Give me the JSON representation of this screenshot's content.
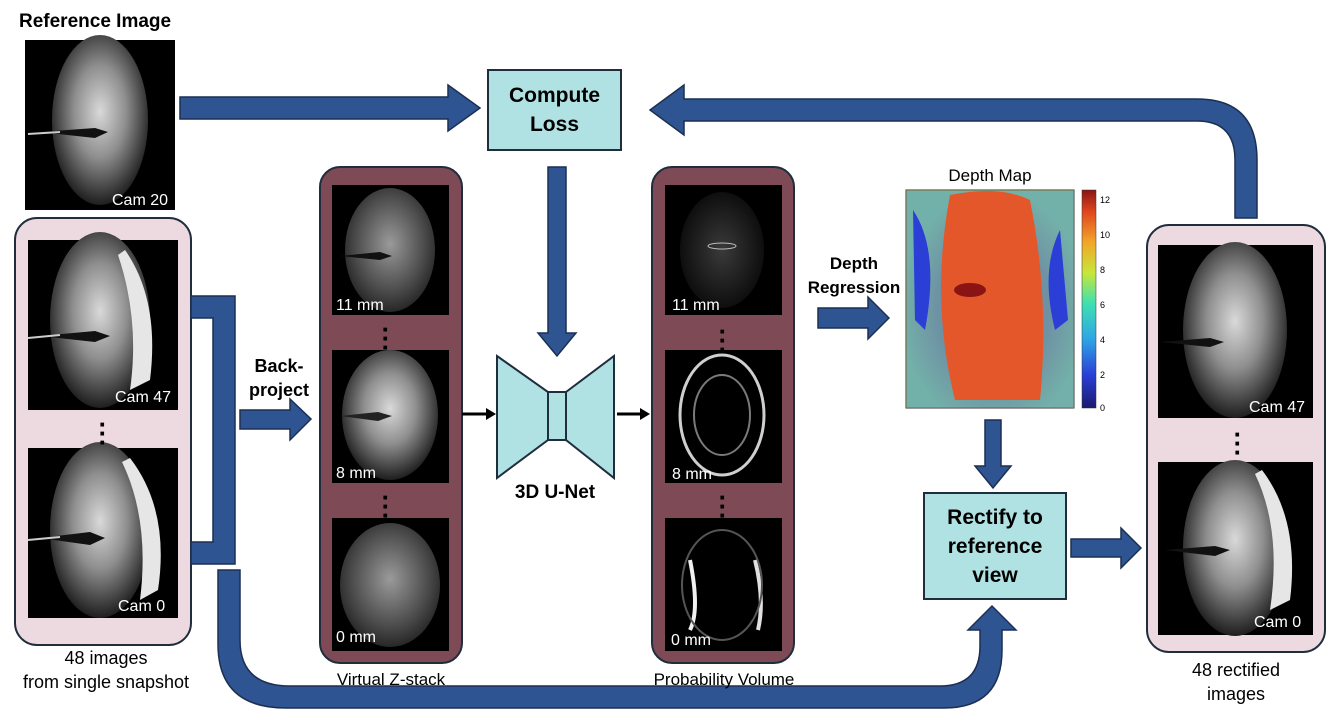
{
  "reference": {
    "title": "Reference Image",
    "cam_label": "Cam 20"
  },
  "inputs": {
    "cam_top": "Cam 47",
    "cam_bottom": "Cam 0",
    "caption_line1": "48 images",
    "caption_line2": "from single snapshot"
  },
  "backproject": {
    "line1": "Back-",
    "line2": "project"
  },
  "zstack": {
    "caption": "Virtual Z-stack",
    "slices": [
      "11 mm",
      "8 mm",
      "0 mm"
    ]
  },
  "compute_loss": {
    "line1": "Compute",
    "line2": "Loss"
  },
  "unet": {
    "label": "3D U-Net"
  },
  "probability": {
    "caption": "Probability Volume",
    "slices": [
      "11 mm",
      "8 mm",
      "0 mm"
    ]
  },
  "depth_regression": {
    "line1": "Depth",
    "line2": "Regression"
  },
  "depth_map": {
    "title": "Depth Map",
    "colorbar_ticks": [
      "12",
      "10",
      "8",
      "6",
      "4",
      "2",
      "0"
    ]
  },
  "rectify": {
    "line1": "Rectify to",
    "line2": "reference",
    "line3": "view"
  },
  "outputs": {
    "cam_top": "Cam 47",
    "cam_bottom": "Cam 0",
    "caption_line1": "48 rectified",
    "caption_line2": "images"
  },
  "colors": {
    "arrow": "#2f5492",
    "arrow_stroke": "#1c2f52",
    "panel_pink": "#edd9e0",
    "panel_maroon": "#7d4a55",
    "box_cyan": "#b0e2e3"
  }
}
